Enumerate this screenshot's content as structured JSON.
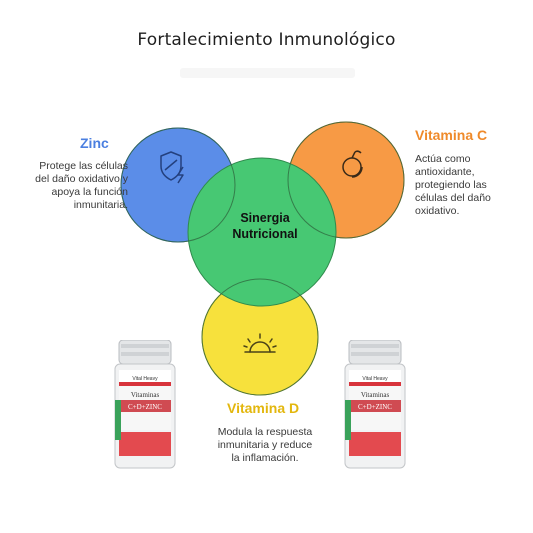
{
  "title": "Fortalecimiento Inmunológico",
  "center": {
    "line1": "Sinergia",
    "line2": "Nutricional"
  },
  "nodes": {
    "zinc": {
      "label": "Zinc",
      "color": "#4b7fe0",
      "fill": "#5b8de8",
      "icon": "shield-lightning-icon",
      "description": [
        "Protege las células",
        "del daño oxidativo y",
        "apoya la función",
        "inmunitaria."
      ]
    },
    "vitamin_c": {
      "label": "Vitamina C",
      "color": "#ef8a2a",
      "fill": "#f79a45",
      "icon": "orange-slice-icon",
      "description": [
        "Actúa como",
        "antioxidante,",
        "protegiendo las",
        "células del daño",
        "oxidativo."
      ]
    },
    "vitamin_d": {
      "label": "Vitamina D",
      "color": "#e3b70e",
      "fill": "#f7e13c",
      "icon": "sunrise-icon",
      "description": [
        "Modula la respuesta",
        "inmunitaria y reduce",
        "la inflamación."
      ]
    },
    "synergy": {
      "fill": "#47c873"
    }
  },
  "product": {
    "brand": "Vital Heavy",
    "name_line1": "Vitaminas",
    "name_line2": "C+D+ZINC",
    "image": "supplement-bottle"
  }
}
